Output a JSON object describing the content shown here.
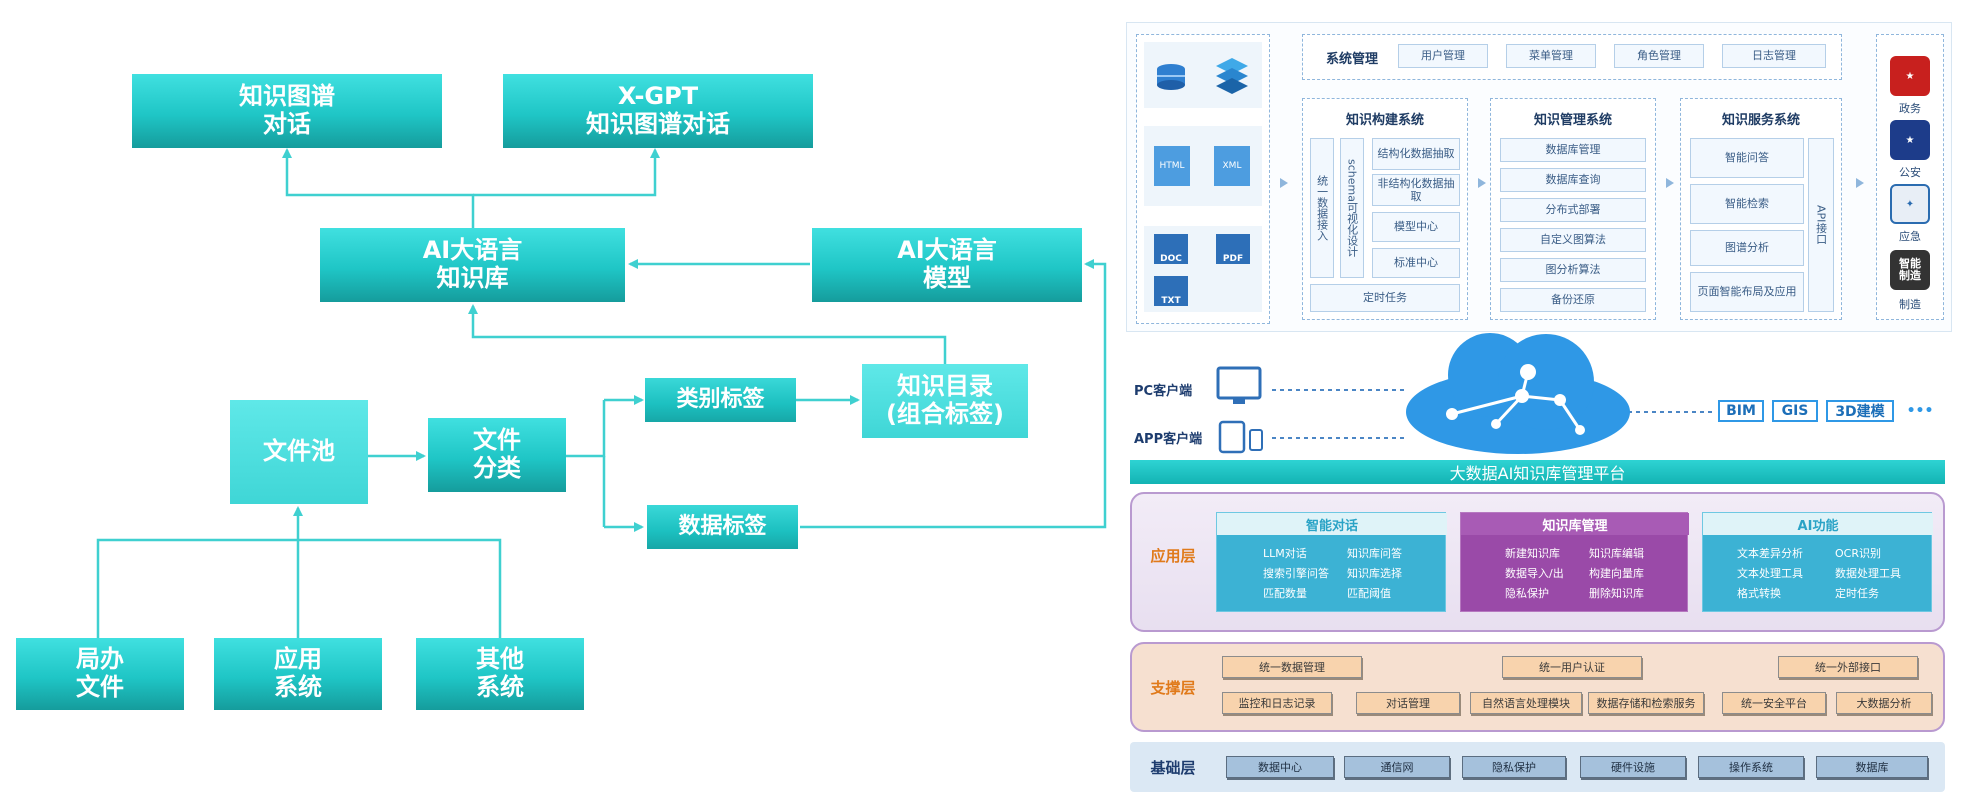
{
  "left": {
    "kg_dialog": "知识图谱\n对话",
    "xgpt": "X-GPT\n知识图谱对话",
    "ai_kb": "AI大语言\n知识库",
    "ai_model": "AI大语言\n模型",
    "file_pool": "文件池",
    "file_classify": "文件\n分类",
    "category_tag": "类别标签",
    "data_tag": "数据标签",
    "kn_catalog": "知识目录\n(组合标签)",
    "bureau_files": "局办\n文件",
    "app_system": "应用\n系统",
    "other_system": "其他\n系统"
  },
  "right": {
    "sys_mgmt": {
      "title": "系统管理",
      "items": [
        "用户管理",
        "菜单管理",
        "角色管理",
        "日志管理"
      ]
    },
    "file_types": [
      "HTML",
      "XML",
      "DOC",
      "PDF",
      "TXT"
    ],
    "build": {
      "title": "知识构建系统",
      "unified_ingest": "统一数据接入",
      "schema": "schema可视化设计",
      "items": [
        "结构化数据抽取",
        "非结构化数据抽取",
        "模型中心",
        "标准中心"
      ],
      "timer": "定时任务"
    },
    "manage": {
      "title": "知识管理系统",
      "items": [
        "数据库管理",
        "数据库查询",
        "分布式部署",
        "自定义图算法",
        "图分析算法",
        "备份还原"
      ]
    },
    "service": {
      "title": "知识服务系统",
      "items": [
        "智能问答",
        "智能检索",
        "图谱分析",
        "页面智能布局及应用"
      ],
      "api": "API接口"
    },
    "emblems": [
      {
        "label": "政务"
      },
      {
        "label": "公安"
      },
      {
        "label": "应急"
      },
      {
        "label": "制造",
        "text": "智能\n制造"
      }
    ],
    "clients": {
      "pc": "PC客户端",
      "app": "APP客户端"
    },
    "tags": [
      "BIM",
      "GIS",
      "3D建模",
      "•••"
    ],
    "platform": "大数据AI知识库管理平台",
    "app_layer": {
      "label": "应用层",
      "cards": [
        {
          "title": "智能对话",
          "items": [
            "LLM对话",
            "知识库问答",
            "搜索引擎问答",
            "知识库选择",
            "匹配数量",
            "匹配阈值"
          ]
        },
        {
          "title": "知识库管理",
          "items": [
            "新建知识库",
            "知识库编辑",
            "数据导入/出",
            "构建向量库",
            "隐私保护",
            "删除知识库"
          ]
        },
        {
          "title": "AI功能",
          "items": [
            "文本差异分析",
            "OCR识别",
            "文本处理工具",
            "数据处理工具",
            "格式转换",
            "定时任务"
          ]
        }
      ]
    },
    "support_layer": {
      "label": "支撑层",
      "row1": [
        "统一数据管理",
        "统一用户认证",
        "统一外部接口"
      ],
      "row2": [
        "监控和日志记录",
        "对话管理",
        "自然语言处理模块",
        "数据存储和检索服务",
        "统一安全平台",
        "大数据分析"
      ]
    },
    "base_layer": {
      "label": "基础层",
      "items": [
        "数据中心",
        "通信网",
        "隐私保护",
        "硬件设施",
        "操作系统",
        "数据库"
      ]
    }
  }
}
